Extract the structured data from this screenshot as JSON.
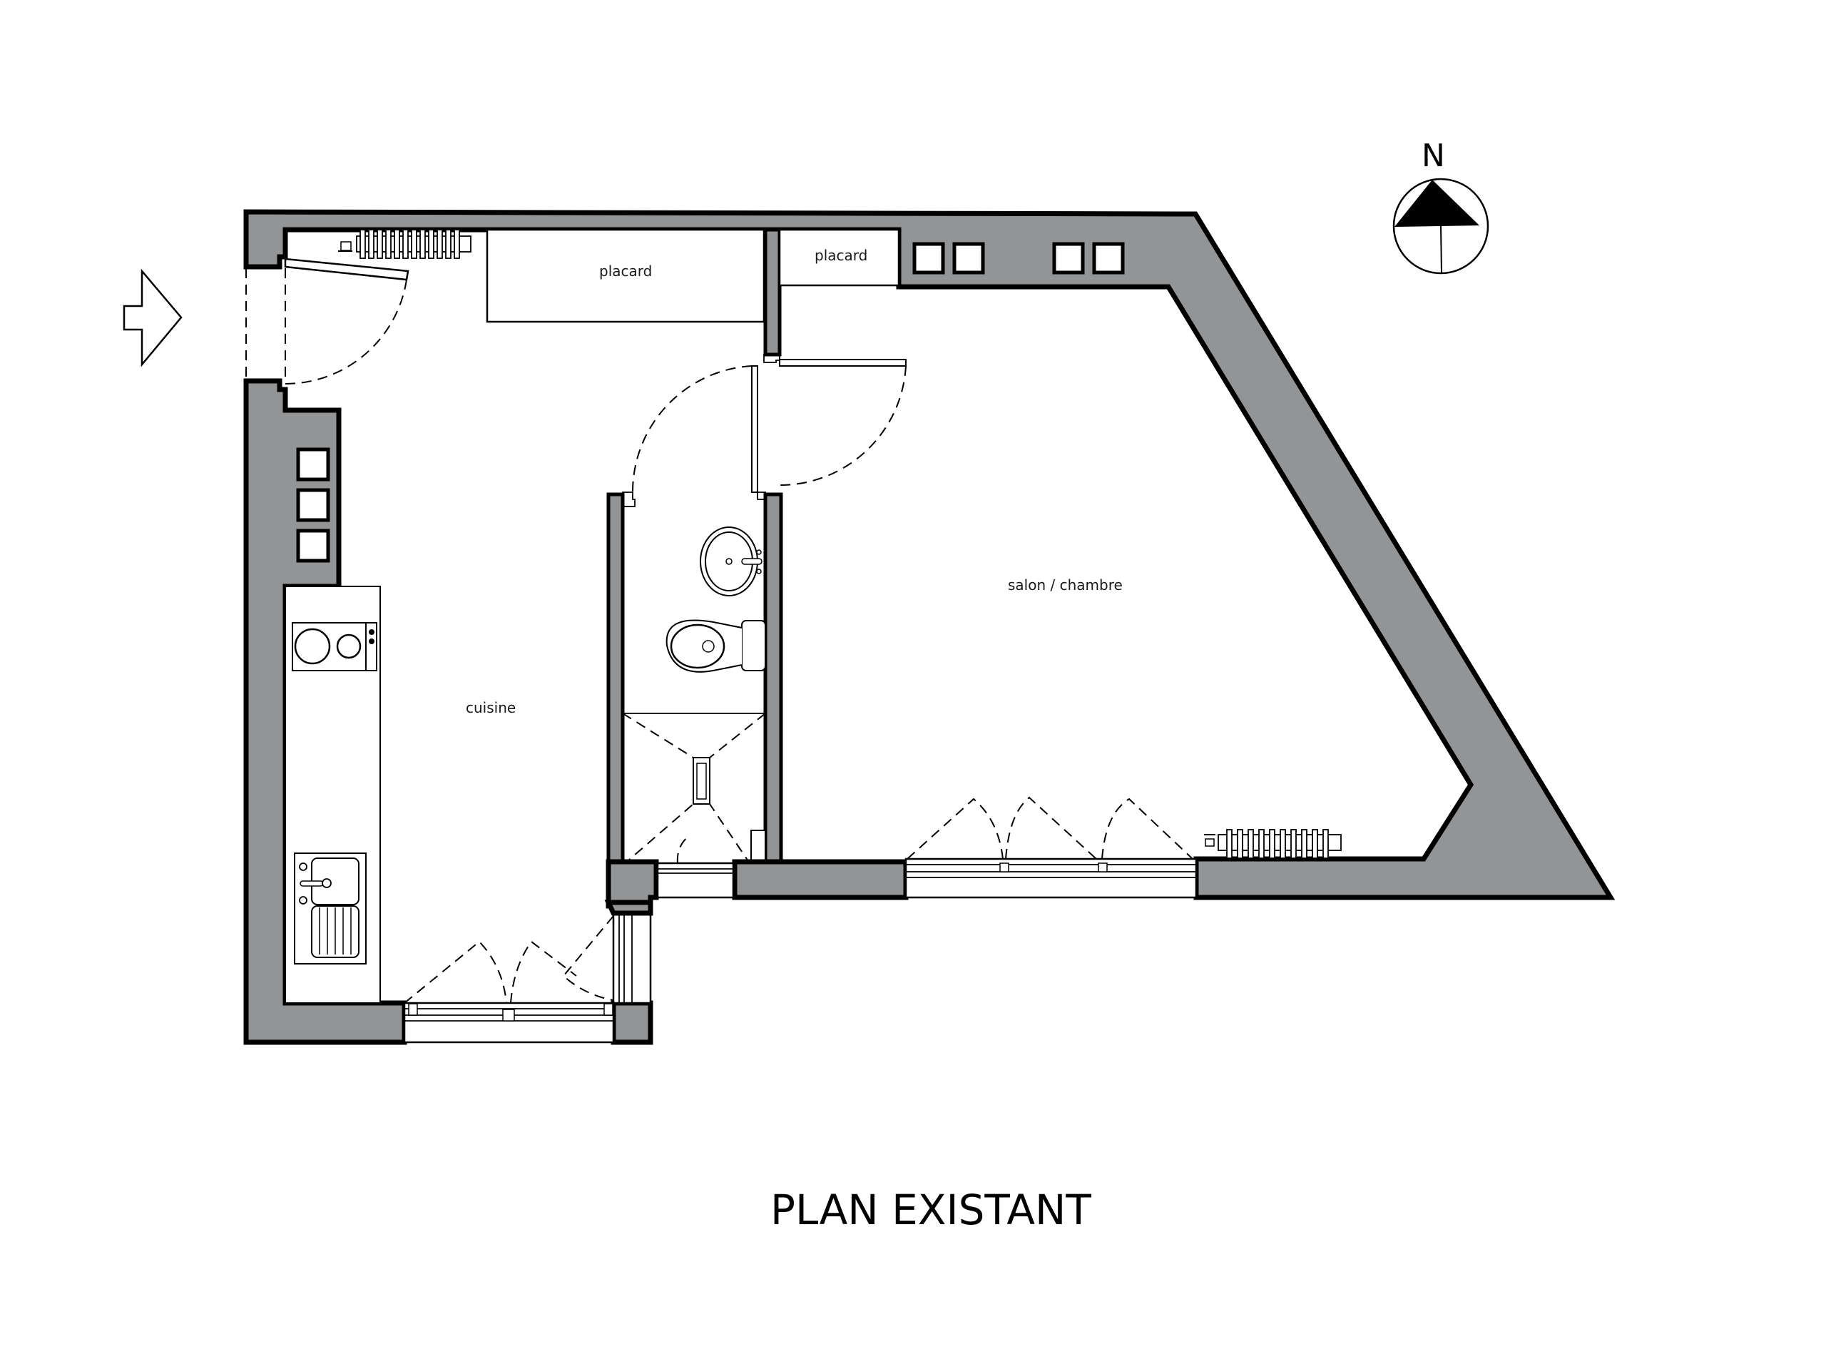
{
  "title": "PLAN EXISTANT",
  "compass": {
    "label": "N"
  },
  "rooms": {
    "kitchen": "cuisine",
    "living": "salon / chambre",
    "closet_large": "placard",
    "closet_small": "placard"
  },
  "colors": {
    "wall_fill": "#939496",
    "outline": "#000000",
    "background": "#ffffff"
  },
  "symbols": {
    "entrance": "entrance-arrow-icon",
    "north": "north-arrow-icon",
    "radiator_count": 2,
    "window_openings": 4
  }
}
